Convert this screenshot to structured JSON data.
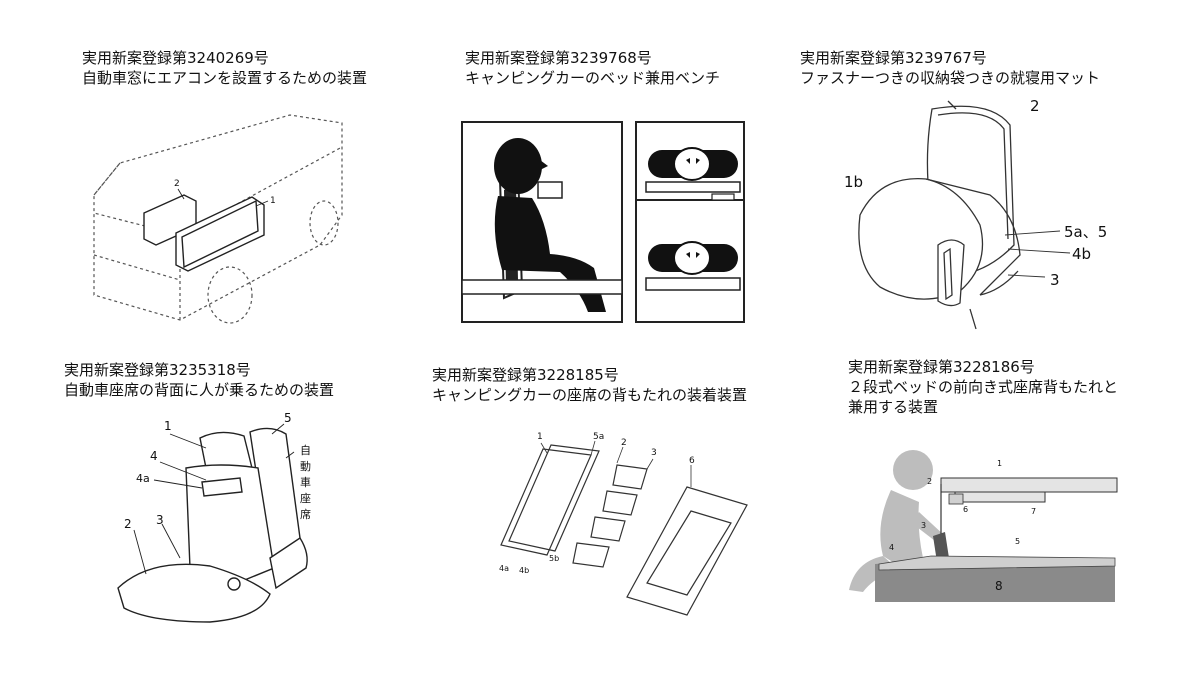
{
  "panels": [
    {
      "reg": "実用新案登録第3240269号",
      "title": [
        "自動車窓にエアコンを設置するための装置"
      ],
      "labels": {
        "a": "2",
        "b": "1"
      }
    },
    {
      "reg": "実用新案登録第3239768号",
      "title": [
        "キャンピングカーのベッド兼用ベンチ"
      ]
    },
    {
      "reg": "実用新案登録第3239767号",
      "title": [
        "ファスナーつきの収納袋つきの就寝用マット"
      ],
      "labels": {
        "a": "2",
        "b": "1b",
        "c": "5a、5",
        "d": "4b",
        "e": "3"
      }
    },
    {
      "reg": "実用新案登録第3235318号",
      "title": [
        "自動車座席の背面に人が乗るための装置"
      ],
      "labels": {
        "a": "1",
        "b": "5",
        "c": "4",
        "d": "4a",
        "e": "2",
        "f": "3",
        "g": "自",
        "h": "動",
        "i": "車",
        "j": "座",
        "k": "席"
      }
    },
    {
      "reg": "実用新案登録第3228185号",
      "title": [
        "キャンピングカーの座席の背もたれの装着装置"
      ],
      "labels": {
        "a": "1",
        "b": "5a",
        "c": "2",
        "d": "3",
        "e": "6",
        "f": "4a",
        "g": "4b",
        "h": "5b"
      }
    },
    {
      "reg": "実用新案登録第3228186号",
      "title": [
        "２段式ベッドの前向き式座席背もたれと",
        "兼用する装置"
      ],
      "labels": {
        "a": "1",
        "b": "2",
        "c": "6",
        "d": "7",
        "e": "3",
        "f": "4",
        "g": "5",
        "h": "8"
      }
    }
  ]
}
